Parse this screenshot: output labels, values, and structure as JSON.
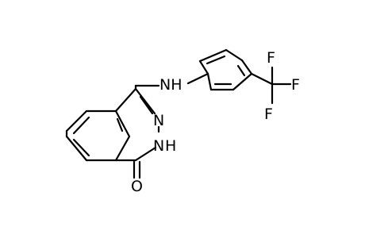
{
  "structure": {
    "atom_labels": {
      "nh_linker": "NH",
      "n_ring": "N",
      "nh_ring": "N",
      "h_ring": "H",
      "o_carbonyl": "O",
      "f_top": "F",
      "f_right": "F",
      "f_bottom": "F"
    },
    "colors": {
      "bond": "#000000",
      "text": "#000000",
      "background": "#ffffff"
    }
  }
}
